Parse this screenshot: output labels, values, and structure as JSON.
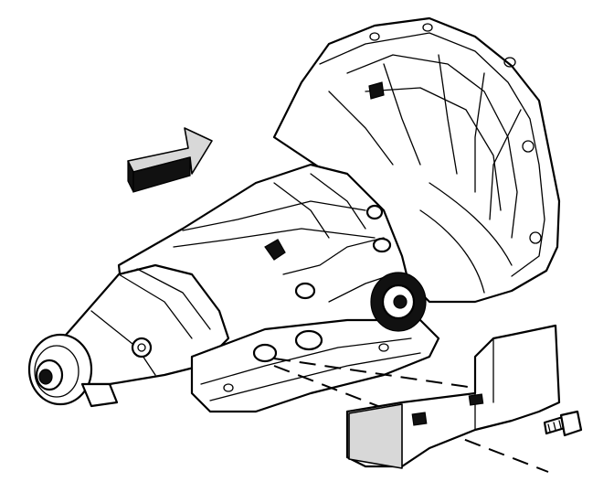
{
  "figure": {
    "accent_color": "#000000",
    "background_color": "#ffffff",
    "parts": [
      "transmission-assembly",
      "direction-arrow",
      "support-bracket",
      "bolt"
    ]
  }
}
